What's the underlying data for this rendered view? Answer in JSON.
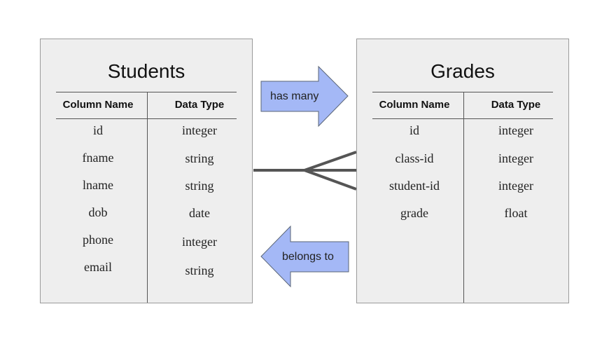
{
  "students": {
    "title": "Students",
    "headers": {
      "name": "Column Name",
      "type": "Data Type"
    },
    "rows": [
      {
        "name": "id",
        "type": "integer"
      },
      {
        "name": "fname",
        "type": "string"
      },
      {
        "name": "lname",
        "type": "string"
      },
      {
        "name": "dob",
        "type": "date"
      },
      {
        "name": "phone",
        "type": "integer"
      },
      {
        "name": "email",
        "type": "string"
      }
    ]
  },
  "grades": {
    "title": "Grades",
    "headers": {
      "name": "Column Name",
      "type": "Data Type"
    },
    "rows": [
      {
        "name": "id",
        "type": "integer"
      },
      {
        "name": "class-id",
        "type": "integer"
      },
      {
        "name": "student-id",
        "type": "integer"
      },
      {
        "name": "grade",
        "type": "float"
      }
    ]
  },
  "relations": {
    "has_many": "has many",
    "belongs_to": "belongs to"
  },
  "colors": {
    "arrow_fill": "#a4b8f6",
    "arrow_stroke": "#5a6576",
    "table_bg": "#eeeeee",
    "connector": "#555555"
  }
}
